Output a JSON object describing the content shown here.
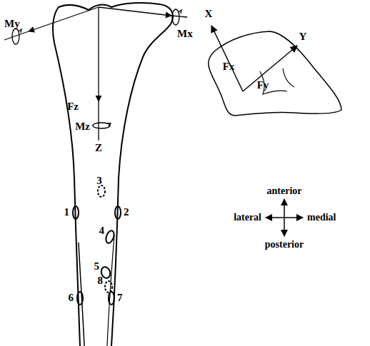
{
  "diagram": {
    "labels": [
      "My",
      "Mx",
      "Fz",
      "Mz",
      "Z",
      "X",
      "Fx",
      "Fy",
      "Y",
      "anterior",
      "lateral",
      "medial",
      "posterior",
      "1",
      "2",
      "3",
      "4",
      "5",
      "6",
      "7",
      "8"
    ]
  }
}
